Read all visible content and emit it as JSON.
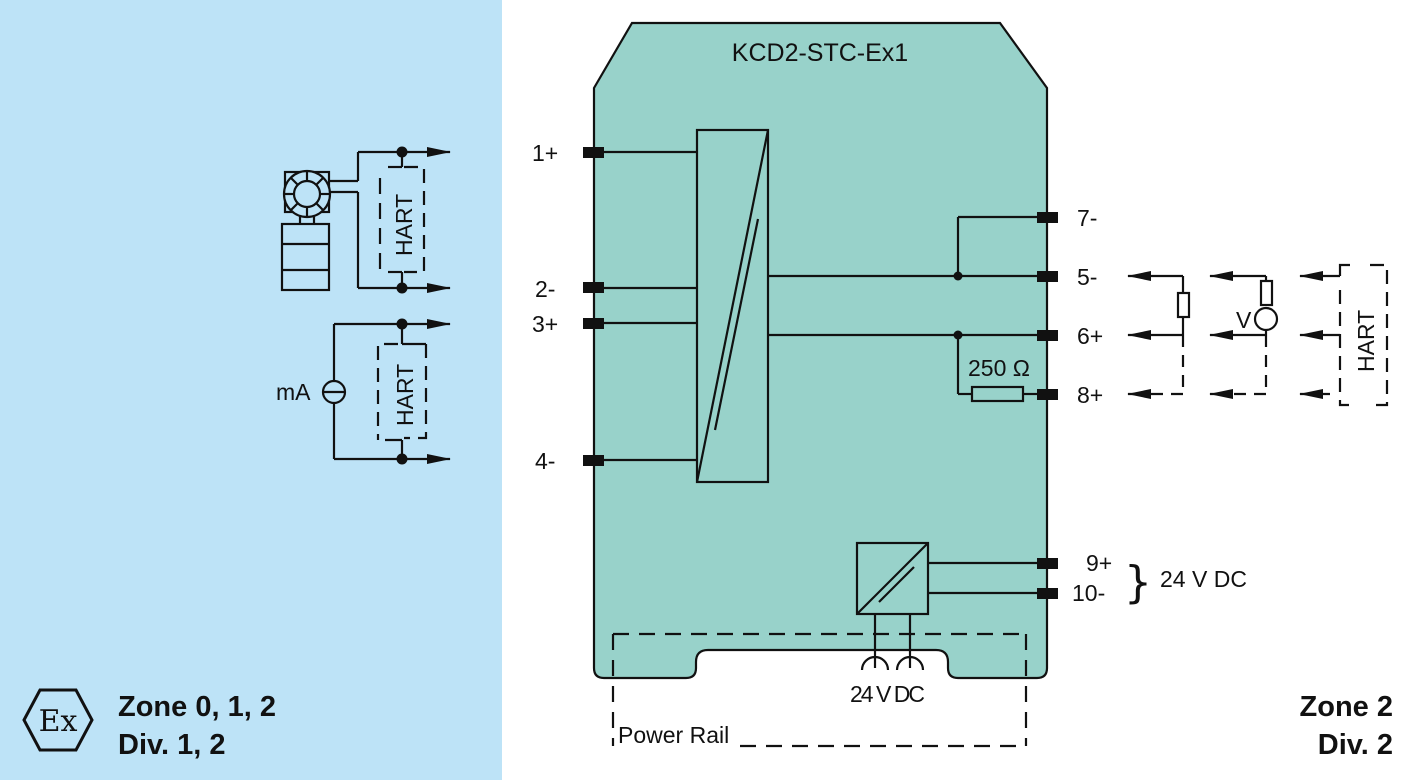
{
  "module": {
    "title": "KCD2-STC-Ex1",
    "body_color": "#98d2ca",
    "hazardous_area_color": "#bde3f7"
  },
  "terminals": {
    "input": [
      "1+",
      "2-",
      "3+",
      "4-"
    ],
    "output": [
      "7-",
      "5-",
      "6+",
      "8+"
    ],
    "supply": [
      "9+",
      "10-"
    ]
  },
  "labels": {
    "resistor": "250 Ω",
    "supply_voltage": "24 V DC",
    "power_rail_voltage": "24 V DC",
    "power_rail": "Power Rail",
    "hart_top": "HART",
    "hart_bottom": "HART",
    "hart_right": "HART",
    "current_source": "mA",
    "voltmeter": "V"
  },
  "zones": {
    "hazardous": {
      "line1": "Zone 0, 1, 2",
      "line2": "Div. 1, 2",
      "ex_symbol": "Ex"
    },
    "safe": {
      "line1": "Zone 2",
      "line2": "Div. 2"
    }
  },
  "icons": {
    "ex": "ex-hexagon-icon",
    "transmitter": "transmitter-icon",
    "current_source": "current-source-icon",
    "voltage_source": "voltage-source-icon",
    "isolator": "isolation-block-icon",
    "power_supply": "dc-dc-converter-icon"
  }
}
